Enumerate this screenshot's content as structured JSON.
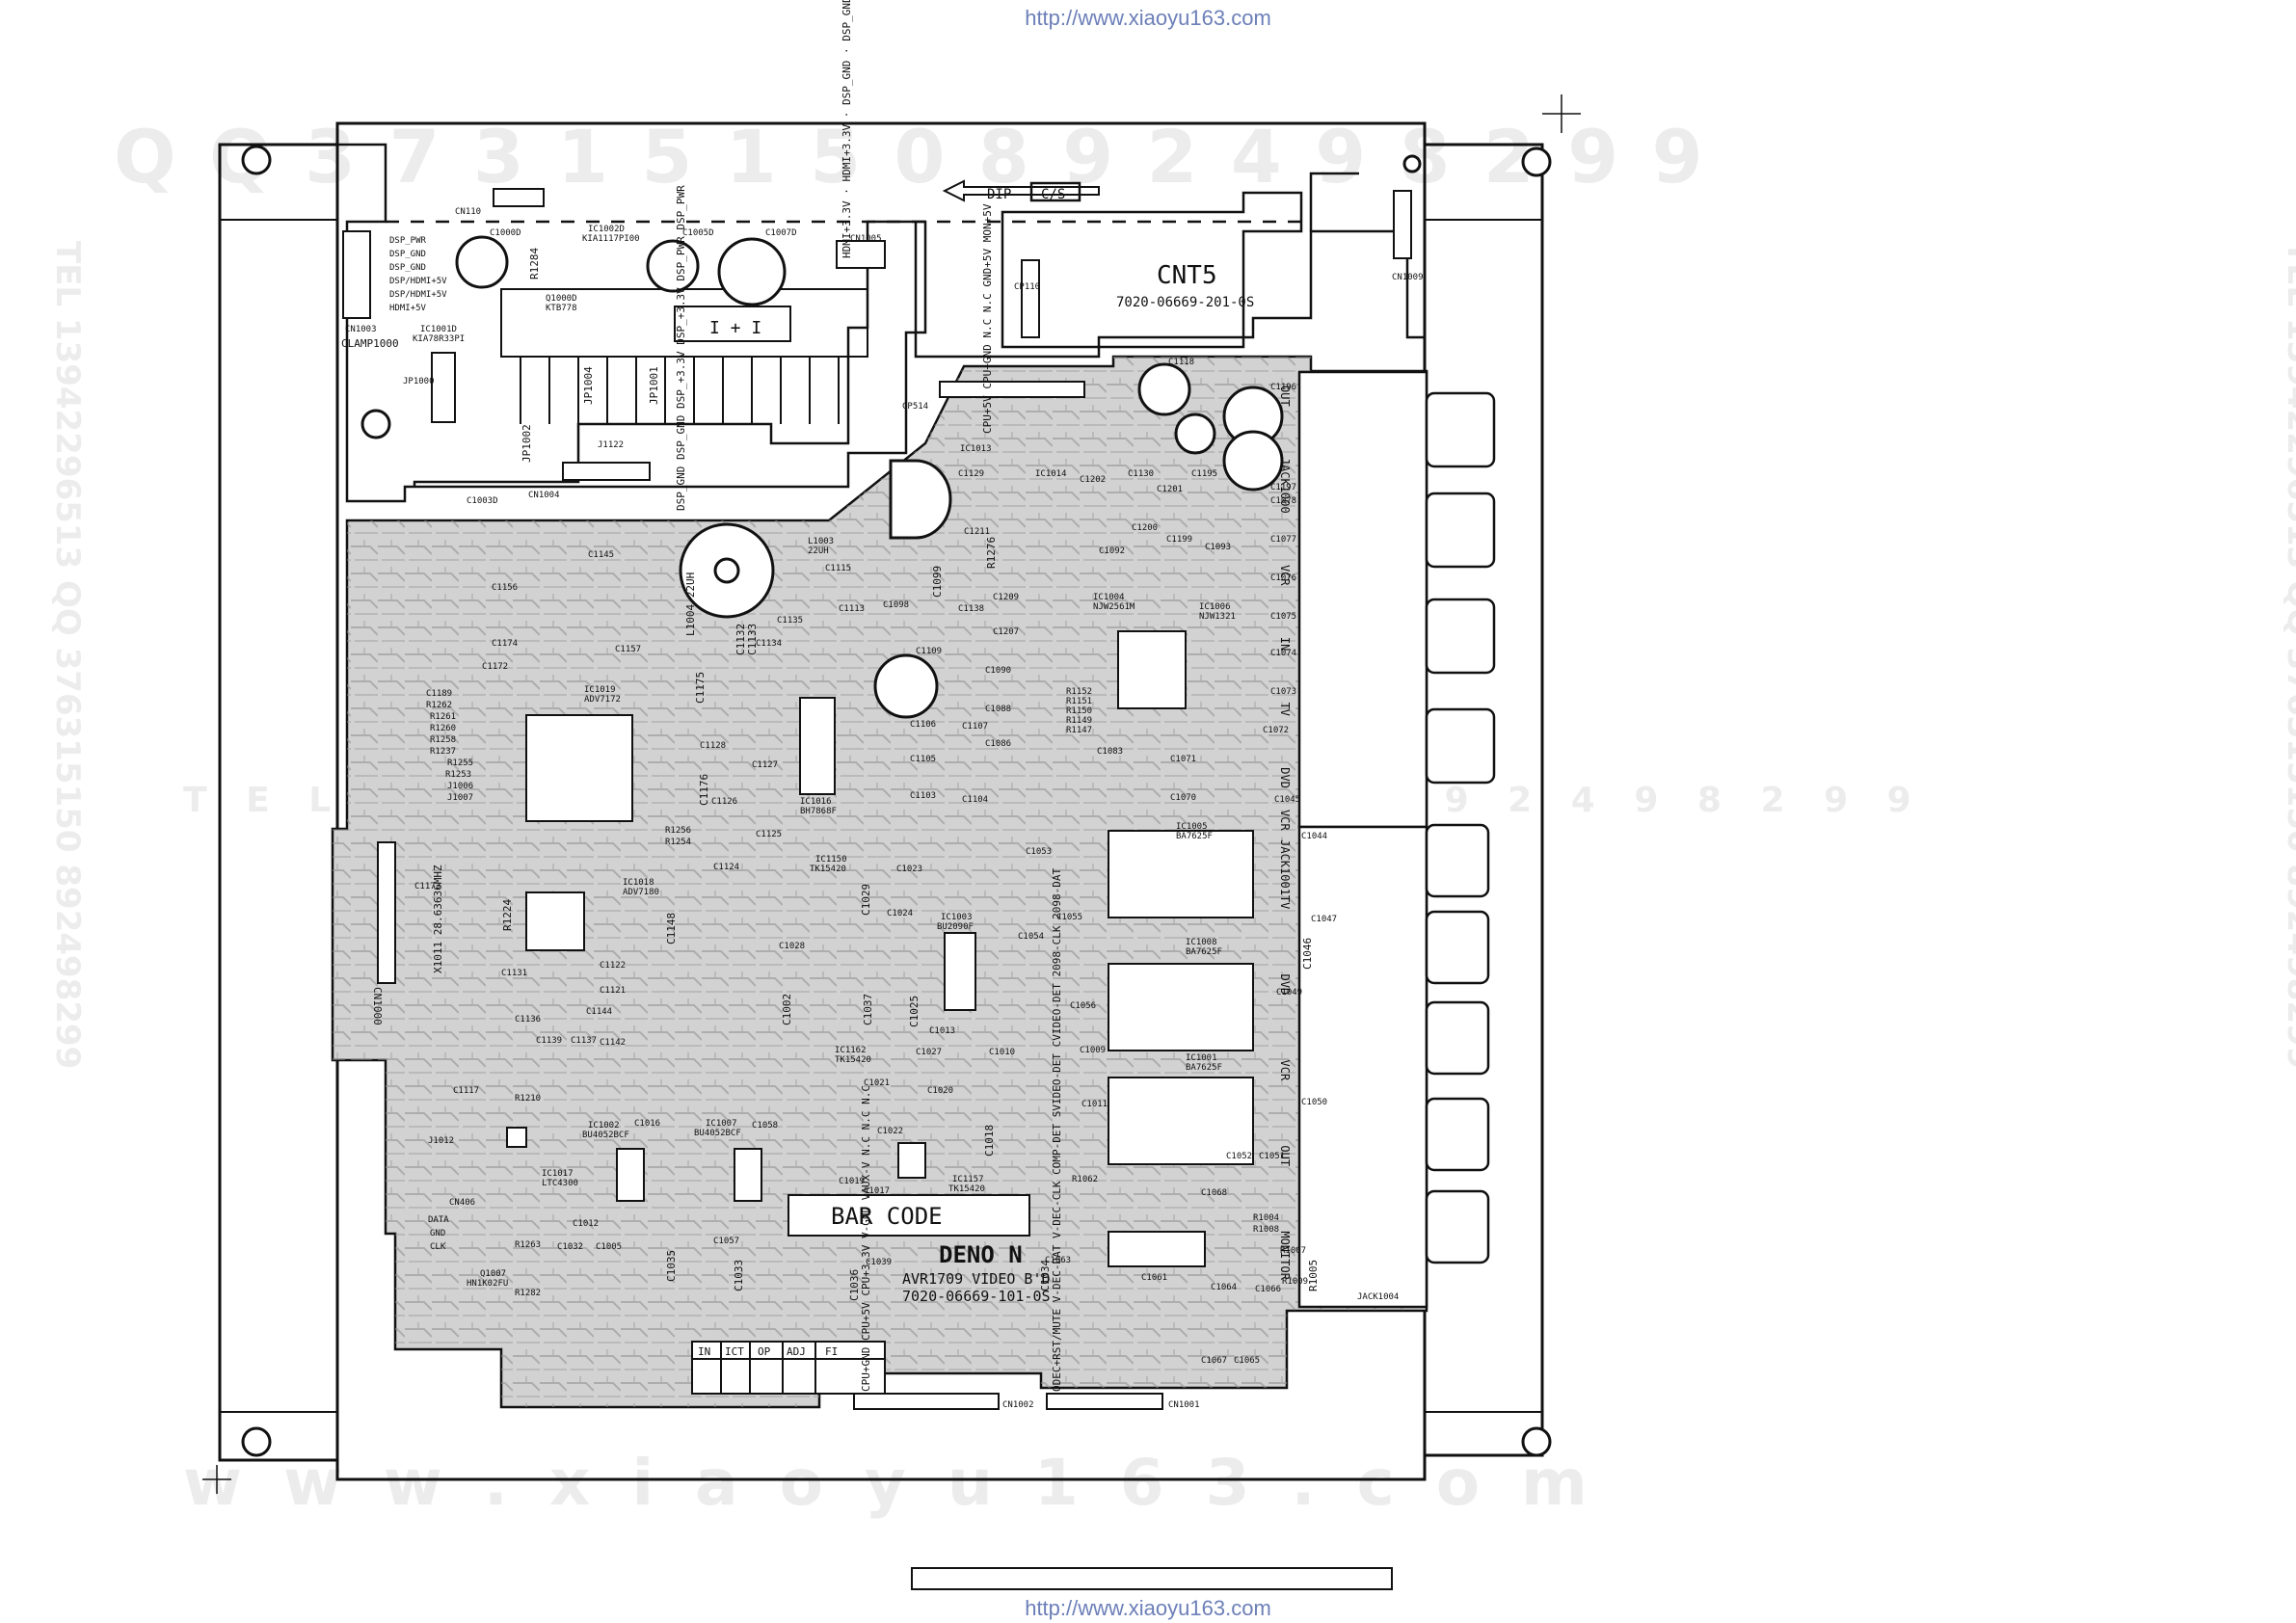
{
  "source_url": "http://www.xiaoyu163.com",
  "watermarks": {
    "top_row": "Q Q 3 7 3 1 5 1 5 0 8 9 2 4 9 8 2 9 9",
    "mid_row": "T E L 1 3 9 4 2 2 9 6 5 1 3 1 5 1 5 0 8 9 2 4 9 8 2 9 9",
    "bottom_row": "w w w . x i a o y u 1 6 3 . c o m",
    "left_side": "TEL 13942296513 QQ 376315150 892498299",
    "right_side": "TEL 13942296513 QQ 376315150 892498299"
  },
  "board": {
    "left_connector_pins": [
      "DSP_PWR",
      "DSP_GND",
      "DSP_GND",
      "DSP/HDMI+5V",
      "DSP/HDMI+5V",
      "HDMI+5V"
    ],
    "cn1003": "CN1003",
    "clamp": "CLAMP1000",
    "ic1001": [
      "IC1001D",
      "KIA78R33PI"
    ],
    "ic1002": [
      "IC1002D",
      "KIA1117PI00"
    ],
    "q1000": [
      "Q1000D",
      "KTB778"
    ],
    "cn110": "CN110",
    "c1000": "C1000D",
    "r1284": "R1284",
    "c1005": "C1005D",
    "c1007": "C1007D",
    "cn1005": "CN1005",
    "hdmi_pins": [
      "HDMI+3.3V",
      "HDMI+3.3V",
      "DSP_GND",
      "DSP_GND"
    ],
    "heatsink_center": "I + I",
    "cs": "C/S",
    "dip": "DIP",
    "cnt5": "CNT5",
    "cnt5_part": "7020-06669-201-0S",
    "cp110": "CP110",
    "cn1009": "CN1009",
    "jp1000": "JP1000",
    "jp1002": "JP1002",
    "jp1004": "JP1004",
    "jp1001": "JP1001",
    "j1122": "J1122",
    "cn1004": "CN1004",
    "c1003": "C1003D",
    "dsp_pins": [
      "DSP_GND",
      "DSP_GND",
      "DSP_+3.3V",
      "DSP_+3.3V",
      "DSP_PWR",
      "DSP_PWR"
    ],
    "cp514": "CP514",
    "cp514_pins": [
      "CPU+5V",
      "CPU+GND",
      "N.C",
      "N.C",
      "GND+5V",
      "MON+5V"
    ],
    "c1118": "C1118",
    "c1196": "C1196",
    "jack1000": "JACK1000",
    "jack1001": "JACK1001",
    "jack1004": "JACK1004",
    "jack_labels_top": [
      "OUT",
      "VCR",
      "IN",
      "TV",
      "DVD"
    ],
    "jack_labels_bottom": [
      "VCR",
      "TV",
      "DVD",
      "VCR OUT",
      "MONITOR"
    ],
    "ic1013": "IC1013",
    "ic1014": "IC1014",
    "c1129": "C1129",
    "c1202": "C1202",
    "c1130": "C1130",
    "c1201": "C1201",
    "c1195": "C1195",
    "c1197": "C1197",
    "c1078": "C1078",
    "c1077": "C1077",
    "c1076": "C1076",
    "c1075": "C1075",
    "c1074": "C1074",
    "c1073": "C1073",
    "c1072": "C1072",
    "l1003": [
      "L1003",
      "22UH"
    ],
    "c1145": "C1145",
    "c1156": "C1156",
    "c1115": "C1115",
    "c1174": "C1174",
    "c1157": "C1157",
    "l1004": [
      "L1004",
      "22UH"
    ],
    "c1113": "C1113",
    "c1098": "C1098",
    "c1138": "C1138",
    "c1207": "C1207",
    "c1209": "C1209",
    "ic1004": [
      "IC1004",
      "NJW2561M"
    ],
    "ic1006": [
      "IC1006",
      "NJW1321"
    ],
    "c1093": "C1093",
    "c1099": "C1099",
    "c1092": "C1092",
    "c1199": "C1199",
    "c1200": "C1200",
    "c1211": "C1211",
    "r1276": "R1276",
    "c1172": "C1172",
    "ic1019": [
      "IC1019",
      "ADV7172"
    ],
    "c1189": "C1189",
    "r1262": "R1262",
    "r1261": "R1261",
    "r1260": "R1260",
    "r1258": "R1258",
    "r1237": "R1237",
    "r1255": "R1255",
    "r1253": "R1253",
    "j1006": "J1006",
    "j1007": "J1007",
    "c1135": "C1135",
    "c1134": "C1134",
    "c1132": "C1132",
    "c1133": "C1133",
    "c1109": "C1109",
    "c1090": "C1090",
    "c1088": "C1088",
    "c1086": "C1086",
    "r1152": "R1152",
    "r1151": "R1151",
    "r1150": "R1150",
    "r1149": "R1149",
    "r1147": "R1147",
    "c1175": "C1175",
    "c1128": "C1128",
    "c1127": "C1127",
    "c1106": "C1106",
    "c1107": "C1107",
    "c1105": "C1105",
    "c1104": "C1104",
    "c1103": "C1103",
    "c1083": "C1083",
    "c1071": "C1071",
    "c1070": "C1070",
    "c1045": "C1045",
    "c1176": "C1176",
    "c1126": "C1126",
    "c1125": "C1125",
    "c1124": "C1124",
    "ic1016": [
      "IC1016",
      "BH7868F"
    ],
    "r1256": "R1256",
    "r1254": "R1254",
    "ic1005": [
      "IC1005",
      "BA7625F"
    ],
    "c1044": "C1044",
    "c1173": "C1173",
    "r1224": "R1224",
    "ic1018": [
      "IC1018",
      "ADV7180"
    ],
    "c1148": "C1148",
    "x1011": [
      "X1011",
      "28.63636MHZ"
    ],
    "cn1000": "CN1000",
    "ic1150": [
      "IC1150",
      "TK15420"
    ],
    "c1023": "C1023",
    "c1029": "C1029",
    "c1024": "C1024",
    "ic1003": [
      "IC1003",
      "BU2090F"
    ],
    "c1053": "C1053",
    "c1055": "C1055",
    "c1054": "C1054",
    "ic1008": [
      "IC1008",
      "BA7625F"
    ],
    "c1047": "C1047",
    "c1046": "C1046",
    "c1049": "C1049",
    "c1131": "C1131",
    "c1122": "C1122",
    "c1121": "C1121",
    "c1144": "C1144",
    "c1136": "C1136",
    "c1139": "C1139",
    "c1137": "C1137",
    "c1142": "C1142",
    "c1028": "C1028",
    "c1013": "C1013",
    "c1037": "C1037",
    "c1025": "C1025",
    "c1056": "C1056",
    "c1002": "C1002",
    "ic1162": [
      "IC1162",
      "TK15420"
    ],
    "c1027": "C1027",
    "c1010": "C1010",
    "c1009": "C1009",
    "ic1001v": [
      "IC1001",
      "BA7625F"
    ],
    "c1050": "C1050",
    "c1021": "C1021",
    "c1020": "C1020",
    "c1011": "C1011",
    "c1117": "C1117",
    "r1210": "R1210",
    "ic1002v": [
      "IC1002",
      "BU4052BCF"
    ],
    "c1016": "C1016",
    "ic1007": [
      "IC1007",
      "BU4052BCF"
    ],
    "c1058": "C1058",
    "c1022": "C1022",
    "c1018": "C1018",
    "c1019": "C1019",
    "c1017": "C1017",
    "ic1157": [
      "IC1157",
      "TK15420"
    ],
    "r1062": "R1062",
    "c1052": "C1052",
    "c1051": "C1051",
    "c1068": "C1068",
    "j1012": "J1012",
    "ic1017": [
      "IC1017",
      "LTC4300"
    ],
    "cn406": "CN406",
    "bus_pins": [
      "DATA",
      "GND",
      "CLK"
    ],
    "c1012": "C1012",
    "c1057": "C1057",
    "bar_code": "BAR CODE",
    "r1004": "R1004",
    "r1008": "R1008",
    "r1007": "R1007",
    "r1009": "R1009",
    "r1263": "R1263",
    "c1032": "C1032",
    "c1005v": "C1005",
    "c1035": "C1035",
    "c1033": "C1033",
    "c1036": "C1036",
    "c1039": "C1039",
    "q1007": [
      "Q1007",
      "HN1K02FU"
    ],
    "r1282": "R1282",
    "brand": "DENO N",
    "model": "AVR1709 VIDEO B'D",
    "part_no": "7020-06669-101-0S",
    "c1063": "C1063",
    "c1034": "C1034",
    "c1061": "C1061",
    "c1064": "C1064",
    "c1066": "C1066",
    "c1067": "C1067",
    "c1065": "C1065",
    "r1005": "R1005",
    "test_cells": [
      "IN",
      "ICT",
      "OP",
      "ADJ",
      "FI"
    ],
    "cn1002": "CN1002",
    "cn1002_pins": [
      "CPU+GND",
      "CPU+5V",
      "CPU+3.3V",
      "V-GND",
      "VAUX-V",
      "N.C",
      "N.C",
      "N.C"
    ],
    "cn1001": "CN1001",
    "cn1001_pins": [
      "ODEC+RST/MUTE",
      "V-DEC-DAT",
      "V-DEC-CLK",
      "COMP-DET",
      "SVIDEO-DET",
      "CVIDEO-DET",
      "2098-CLK",
      "2098-DAT"
    ]
  }
}
